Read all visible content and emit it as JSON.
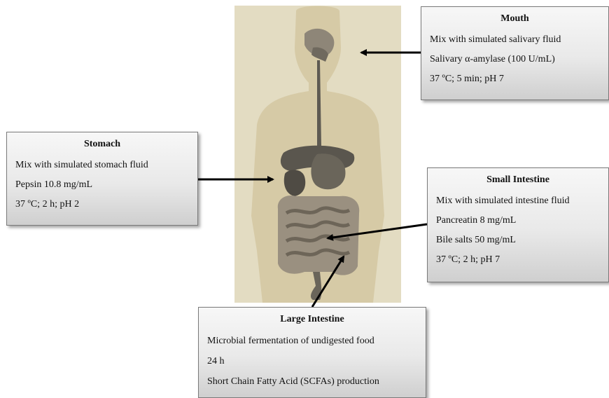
{
  "mouth": {
    "title": "Mouth",
    "lines": [
      "Mix with simulated salivary fluid",
      "Salivary α-amylase (100 U/mL)",
      "37 ºC; 5 min; pH 7"
    ]
  },
  "stomach": {
    "title": "Stomach",
    "lines": [
      "Mix with simulated stomach fluid",
      "Pepsin 10.8 mg/mL",
      "37 ºC; 2 h; pH 2"
    ]
  },
  "small_intestine": {
    "title": "Small Intestine",
    "lines": [
      "Mix with simulated intestine fluid",
      "Pancreatin 8 mg/mL",
      "Bile salts 50 mg/mL",
      "37 ºC; 2 h; pH 7"
    ]
  },
  "large_intestine": {
    "title": "Large Intestine",
    "lines": [
      "Microbial fermentation of undigested food",
      "24 h",
      "Short Chain Fatty Acid (SCFAs) production"
    ]
  },
  "colors": {
    "background": "#e3dcc2",
    "body": "#d2c6a0",
    "organ": "#5e5a52",
    "arrow": "#000000"
  }
}
